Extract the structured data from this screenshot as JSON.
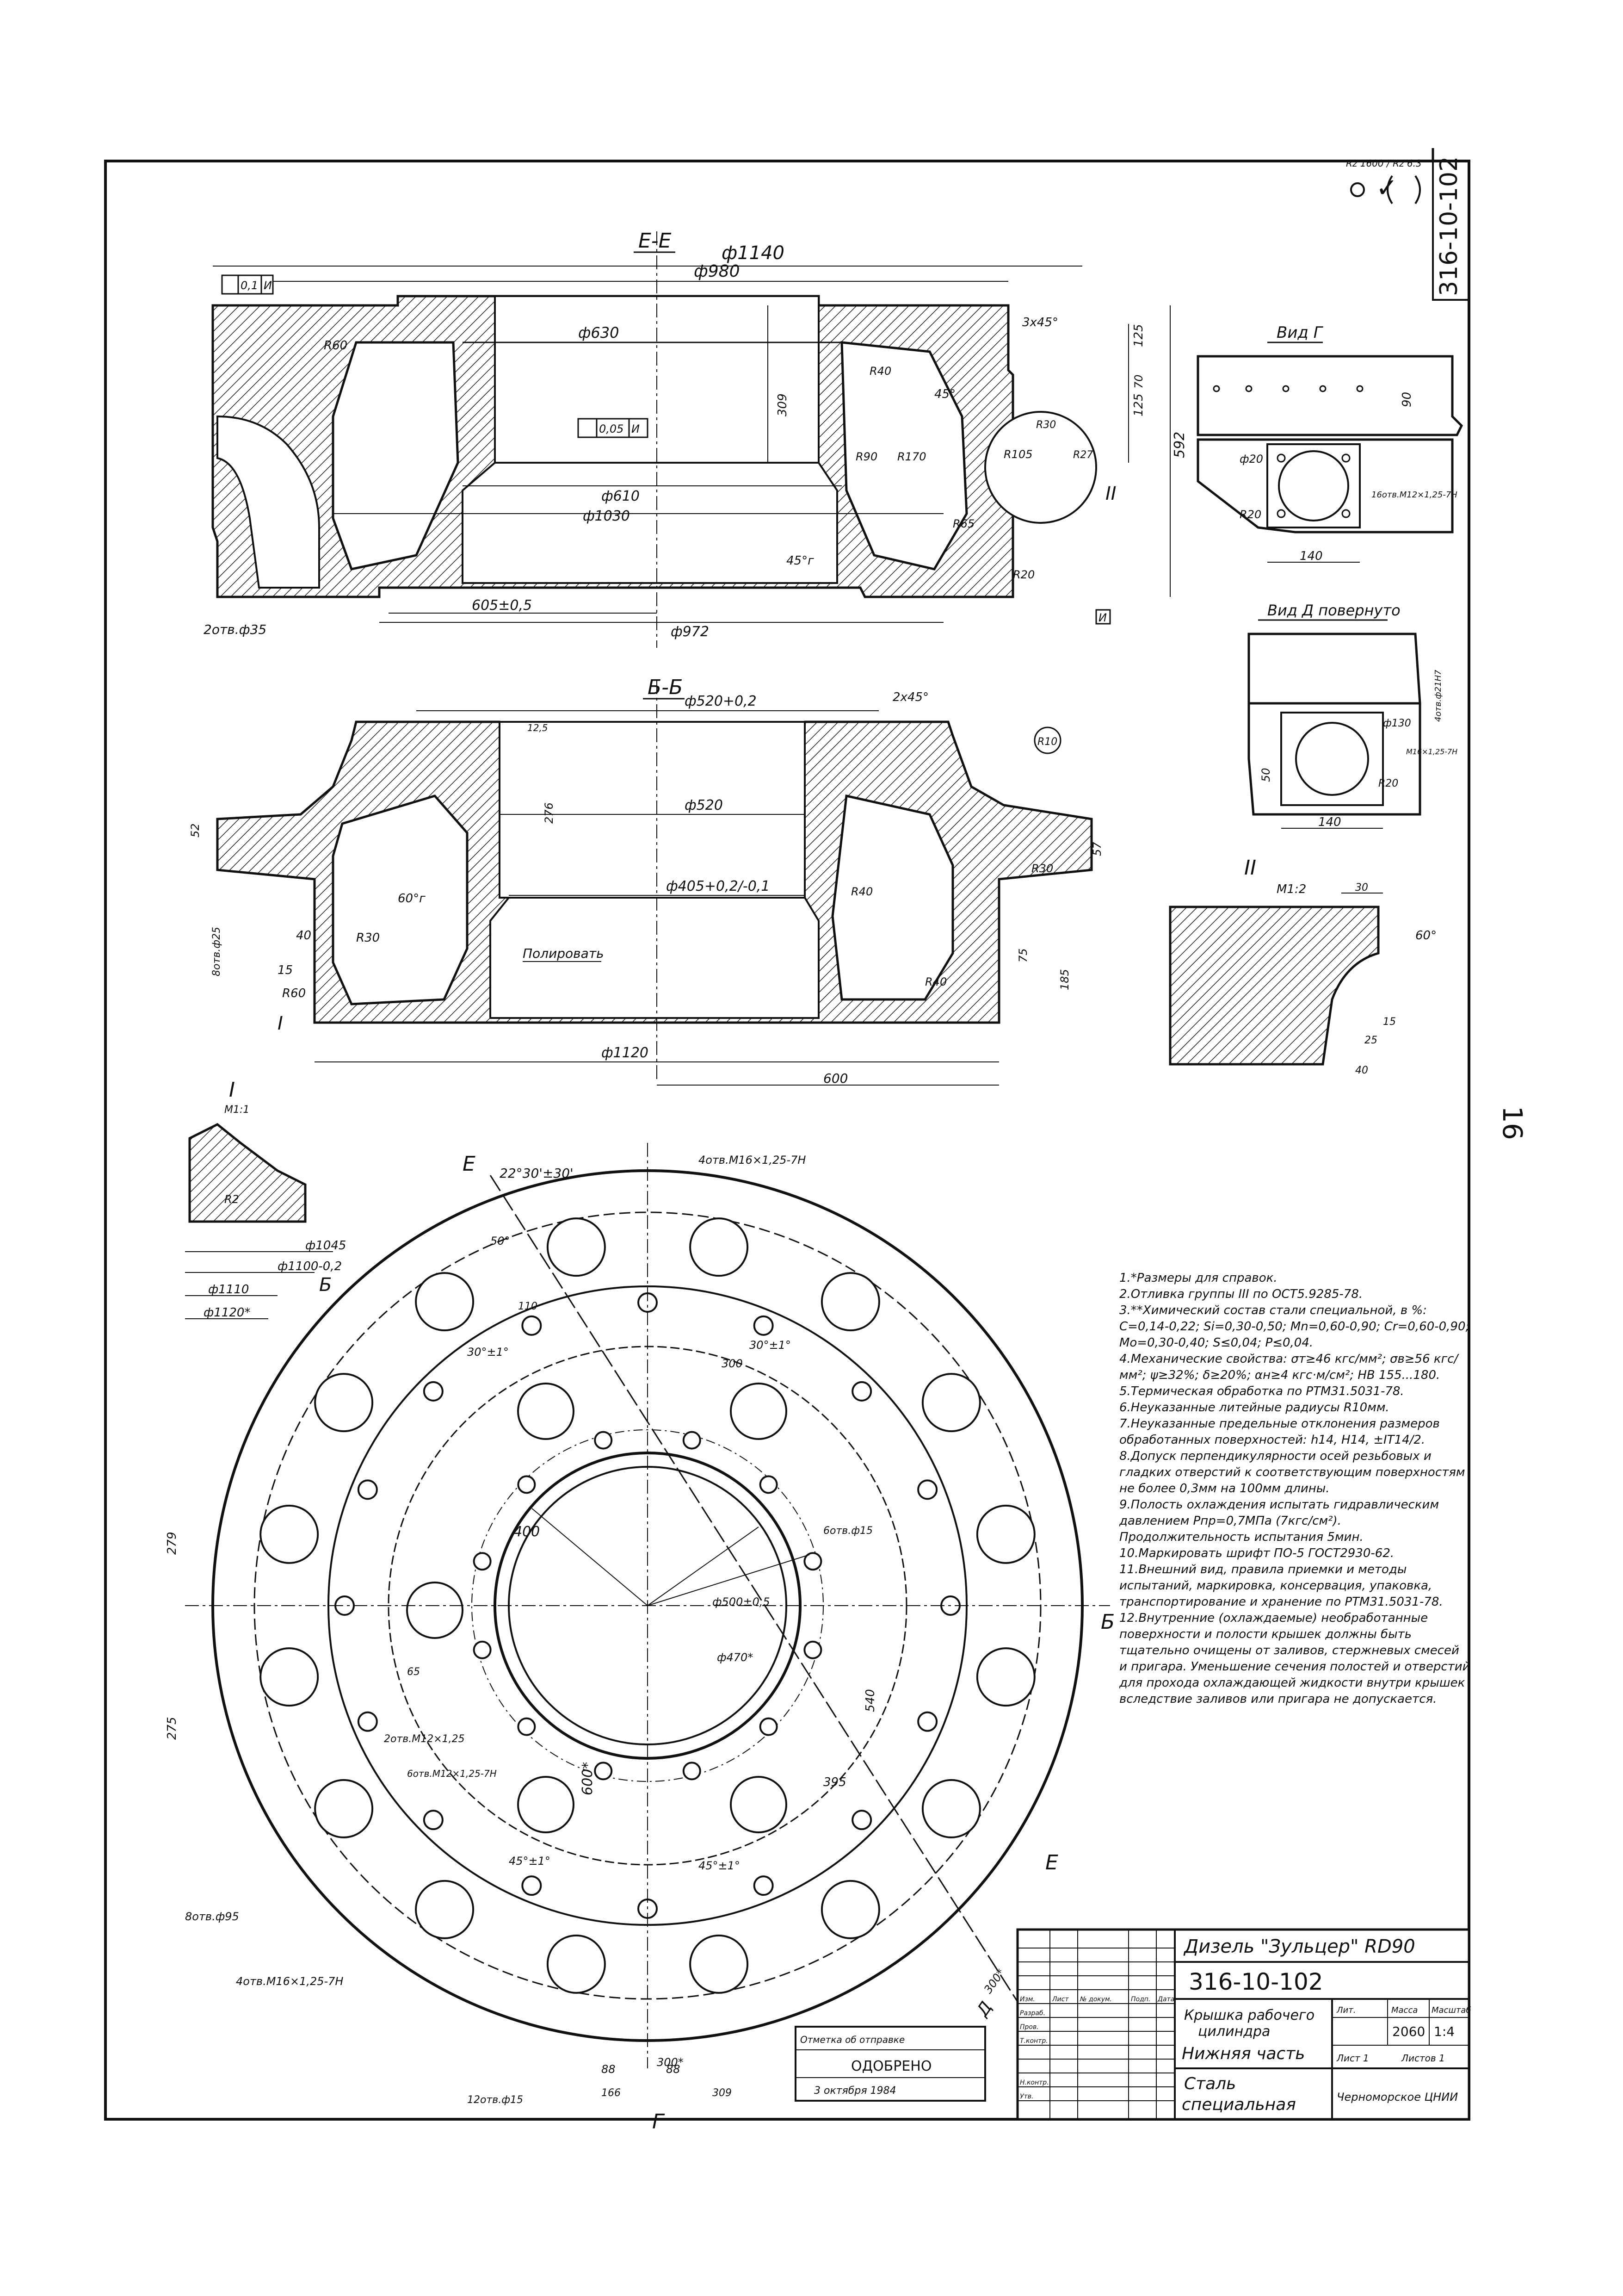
{
  "sheet": {
    "code_vertical": "316-10-102",
    "page_number": "16",
    "roughness_note": "Rz 1600 / Rz 6.3",
    "roughness_symbol": "✓"
  },
  "section_ee": {
    "title": "Е-Е",
    "d_outer": "ф1140",
    "d_980": "ф980",
    "d_630": "ф630",
    "d_610": "ф610",
    "d_1030": "ф1030",
    "d_972": "ф972",
    "dim_605": "605±0,5",
    "dim_309": "309",
    "dim_592": "592",
    "dim_125a": "125",
    "dim_125b": "125",
    "dim_70": "70",
    "dim_3x45": "3х45°",
    "dim_45deg": "45°",
    "dim_45g": "45°г",
    "tol_1": "0,1",
    "tol_1_ref": "И",
    "tol_2": "0,05",
    "tol_2_ref": "И",
    "r60": "R60",
    "r40": "R40",
    "r90": "R90",
    "r170": "R170",
    "r105": "R105",
    "r30": "R30",
    "r27": "R27",
    "r65": "R65",
    "r20": "R20",
    "holes": "2отв.ф35",
    "detail_ref": "II",
    "datum": "И"
  },
  "view_g": {
    "title": "Вид Г",
    "d_20": "ф20",
    "r20": "R20",
    "dim_140": "140",
    "dim_90": "90",
    "thread": "16отв.М12×1,25-7Н"
  },
  "view_d": {
    "title": "Вид Д повернуто",
    "d_130": "ф130",
    "r20": "R20",
    "dim_140": "140",
    "dim_50": "50",
    "thread_a": "4отв.ф21Н7",
    "thread_b": "М16×1,25-7Н"
  },
  "section_bb": {
    "title": "Б-Б",
    "d_520_top": "ф520+0,2",
    "d_520": "ф520",
    "d_405": "ф405+0,2/-0,1",
    "d_1120": "ф1120",
    "dim_600": "600",
    "dim_2x45": "2х45°",
    "dim_60deg": "60°г",
    "dim_40": "40",
    "dim_15": "15",
    "dim_276": "276",
    "dim_185": "185",
    "dim_75": "75",
    "dim_57": "57",
    "dim_52": "52",
    "r30": "R30",
    "r40": "R40",
    "r60": "R60",
    "polish": "Полировать",
    "holes": "8отв.ф25",
    "radius_mark": "R10",
    "detail_ref": "I",
    "dim_m12": "12,5"
  },
  "detail_2": {
    "title": "II",
    "scale": "М1:2",
    "dim_30": "30",
    "dim_40": "40",
    "dim_15": "15",
    "dim_25": "25",
    "angle": "60°"
  },
  "detail_1": {
    "title": "I",
    "scale": "М1:1",
    "r2": "R2",
    "d_1045": "ф1045",
    "d_1100": "ф1100-0,2",
    "d_1110": "ф1110",
    "d_1120": "ф1120*"
  },
  "plan_view": {
    "section_e_top": "Е",
    "section_e_bottom": "Е",
    "section_b_left": "Б",
    "section_b_right": "Б",
    "view_g_mark": "Г",
    "view_d_mark": "Д",
    "angle_1": "22°30'±30'",
    "angle_2": "30°±1°",
    "angle_3": "30°±1°",
    "angle_4": "45°±1°",
    "angle_5": "45°±1°",
    "angle_6": "50°",
    "dim_400": "400",
    "dim_600_star": "600*",
    "dim_300": "300",
    "dim_300b": "300*",
    "dim_300d": "300*",
    "dim_395": "395",
    "dim_540": "540",
    "dim_279": "279",
    "dim_275": "275",
    "dim_88a": "88",
    "dim_88b": "88",
    "dim_166": "166",
    "dim_309": "309",
    "dim_110": "110",
    "dim_65": "65",
    "holes_top": "4отв.М16×1,25-7Н",
    "holes_6": "6отв.ф15",
    "holes_8": "8отв.ф95",
    "holes_4b": "4отв.М16×1,25-7Н",
    "holes_2": "2отв.М12×1,25",
    "holes_6b": "6отв.М12×1,25-7Н",
    "holes_12": "12отв.ф15",
    "d_500": "ф500±0,5",
    "d_470": "ф470*"
  },
  "notes": [
    "1.*Размеры для справок.",
    "2.Отливка группы III по ОСТ5.9285-78.",
    "3.**Химический состав стали специальной, в %: С=0,14-0,22; Si=0,30-0,50; Mn=0,60-0,90; Cr=0,60-0,90; Мо=0,30-0,40; S≤0,04; P≤0,04.",
    "4.Механические свойства: σт≥46 кгс/мм²; σв≥56 кгс/мм²; ψ≥32%; δ≥20%; αн≥4 кгс·м/см²; НВ 155...180.",
    "5.Термическая обработка по РТМ31.5031-78.",
    "6.Неуказанные литейные радиусы R10мм.",
    "7.Неуказанные предельные отклонения размеров обработанных поверхностей: h14, Н14, ±IT14/2.",
    "8.Допуск перпендикулярности осей резьбовых и гладких отверстий к соответствующим поверхностям не более 0,3мм на 100мм длины.",
    "9.Полость охлаждения испытать гидравлическим давлением Рпр=0,7МПа (7кгс/см²). Продолжительность испытания 5мин.",
    "10.Маркировать шрифт ПО-5 ГОСТ2930-62.",
    "11.Внешний вид, правила приемки и методы испытаний, маркировка, консервация, упаковка, транспортирование и хранение по РТМ31.5031-78.",
    "12.Внутренние (охлаждаемые) необработанные поверхности и полости крышек должны быть тщательно очищены от заливов, стержневых смесей и пригара. Уменьшение сечения полостей и отверстий для прохода охлаждающей жидкости внутри крышек вследствие заливов или пригара не допускается."
  ],
  "stamp": {
    "label": "Отметка об отправке",
    "approved": "ОДОБРЕНО",
    "date": "3 октября 1984"
  },
  "title_block": {
    "engine": "Дизель \"Зульцер\" RD90",
    "designation": "316-10-102",
    "name_1": "Крышка рабочего",
    "name_2": "цилиндра",
    "name_3": "Нижняя часть",
    "mass": "2060",
    "scale": "1:4",
    "material_1": "Сталь",
    "material_2": "специальная",
    "org": "Черноморское ЦНИИ",
    "rows": [
      "Изм.",
      "Лист",
      "№ докум.",
      "Подп.",
      "Дата",
      "Разраб.",
      "Пров.",
      "Т.контр.",
      "Н.контр.",
      "Утв."
    ],
    "litera": "Лит.",
    "mass_label": "Масса",
    "scale_label": "Масштаб",
    "sheet_label": "Лист 1",
    "sheets_label": "Листов 1"
  }
}
